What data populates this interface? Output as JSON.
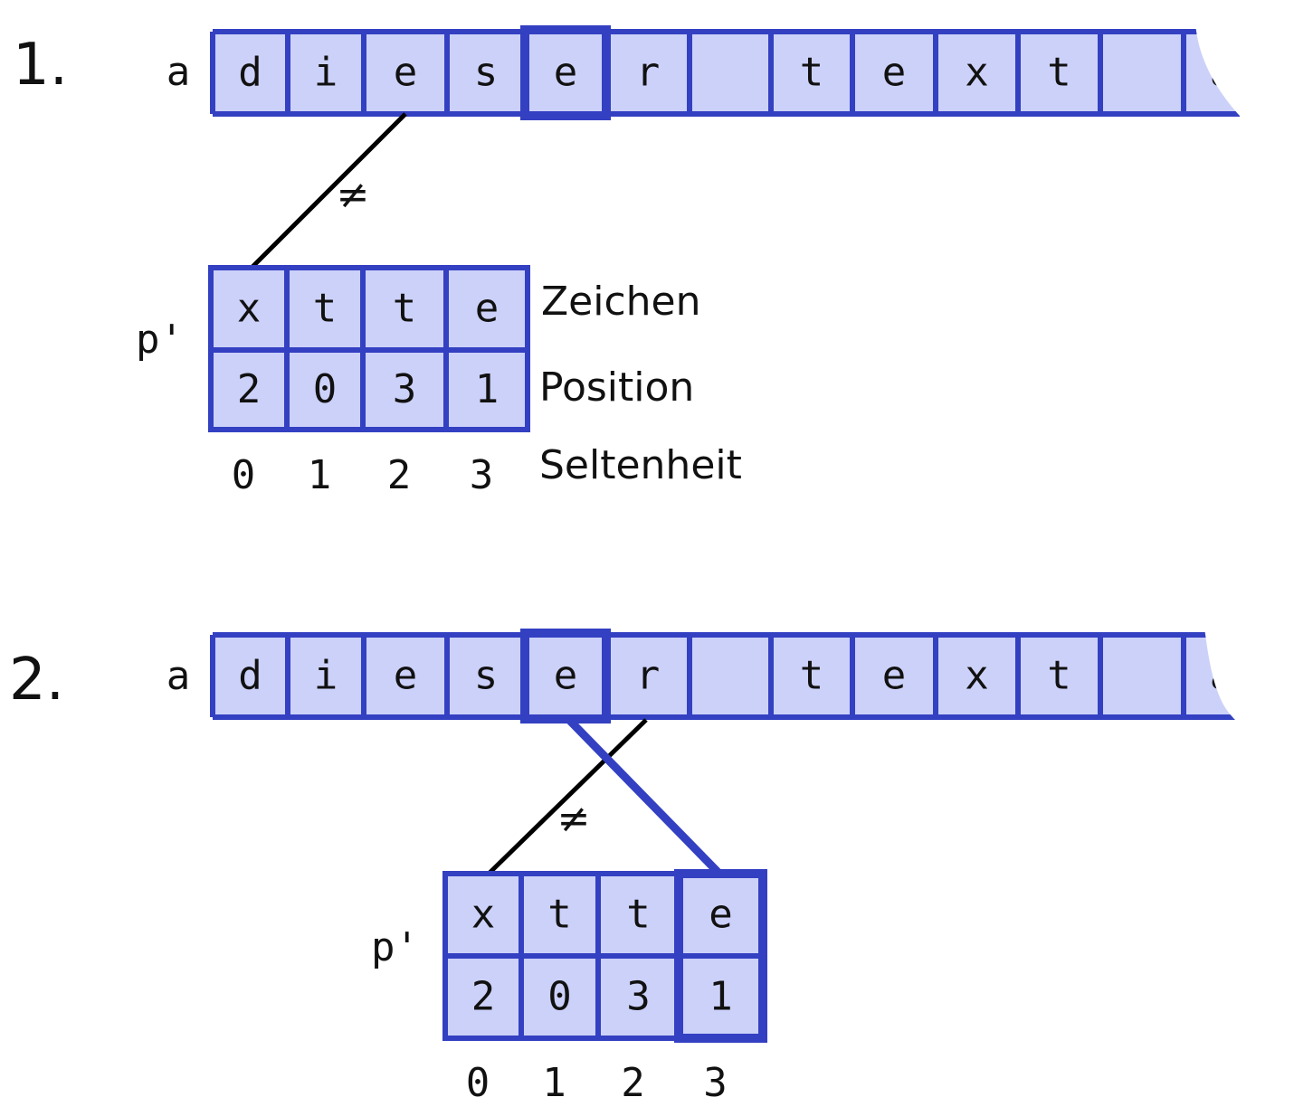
{
  "colors": {
    "cell_fill": "#ccd1f9",
    "cell_stroke": "#3340c2",
    "line": "#000000",
    "highlight_line": "#3340c2",
    "text": "#111111"
  },
  "legend": {
    "zeichen": "Zeichen",
    "position": "Position",
    "seltenheit": "Seltenheit"
  },
  "steps": [
    {
      "label": "1.",
      "text_prefix": "a",
      "text_chars": [
        "d",
        "i",
        "e",
        "s",
        "e",
        "r",
        "",
        "t",
        "e",
        "x",
        "t",
        "",
        "a"
      ],
      "text_highlight_index": 4,
      "pattern_label": "p'",
      "pattern_chars": [
        "x",
        "t",
        "t",
        "e"
      ],
      "pattern_positions": [
        "2",
        "0",
        "3",
        "1"
      ],
      "indices": [
        "0",
        "1",
        "2",
        "3"
      ],
      "pattern_highlight_index": null,
      "mismatch_symbol": "≠"
    },
    {
      "label": "2.",
      "text_prefix": "a",
      "text_chars": [
        "d",
        "i",
        "e",
        "s",
        "e",
        "r",
        "",
        "t",
        "e",
        "x",
        "t",
        "",
        "a"
      ],
      "text_highlight_index": 4,
      "pattern_label": "p'",
      "pattern_chars": [
        "x",
        "t",
        "t",
        "e"
      ],
      "pattern_positions": [
        "2",
        "0",
        "3",
        "1"
      ],
      "indices": [
        "0",
        "1",
        "2",
        "3"
      ],
      "pattern_highlight_index": 3,
      "mismatch_symbol": "≠"
    }
  ]
}
